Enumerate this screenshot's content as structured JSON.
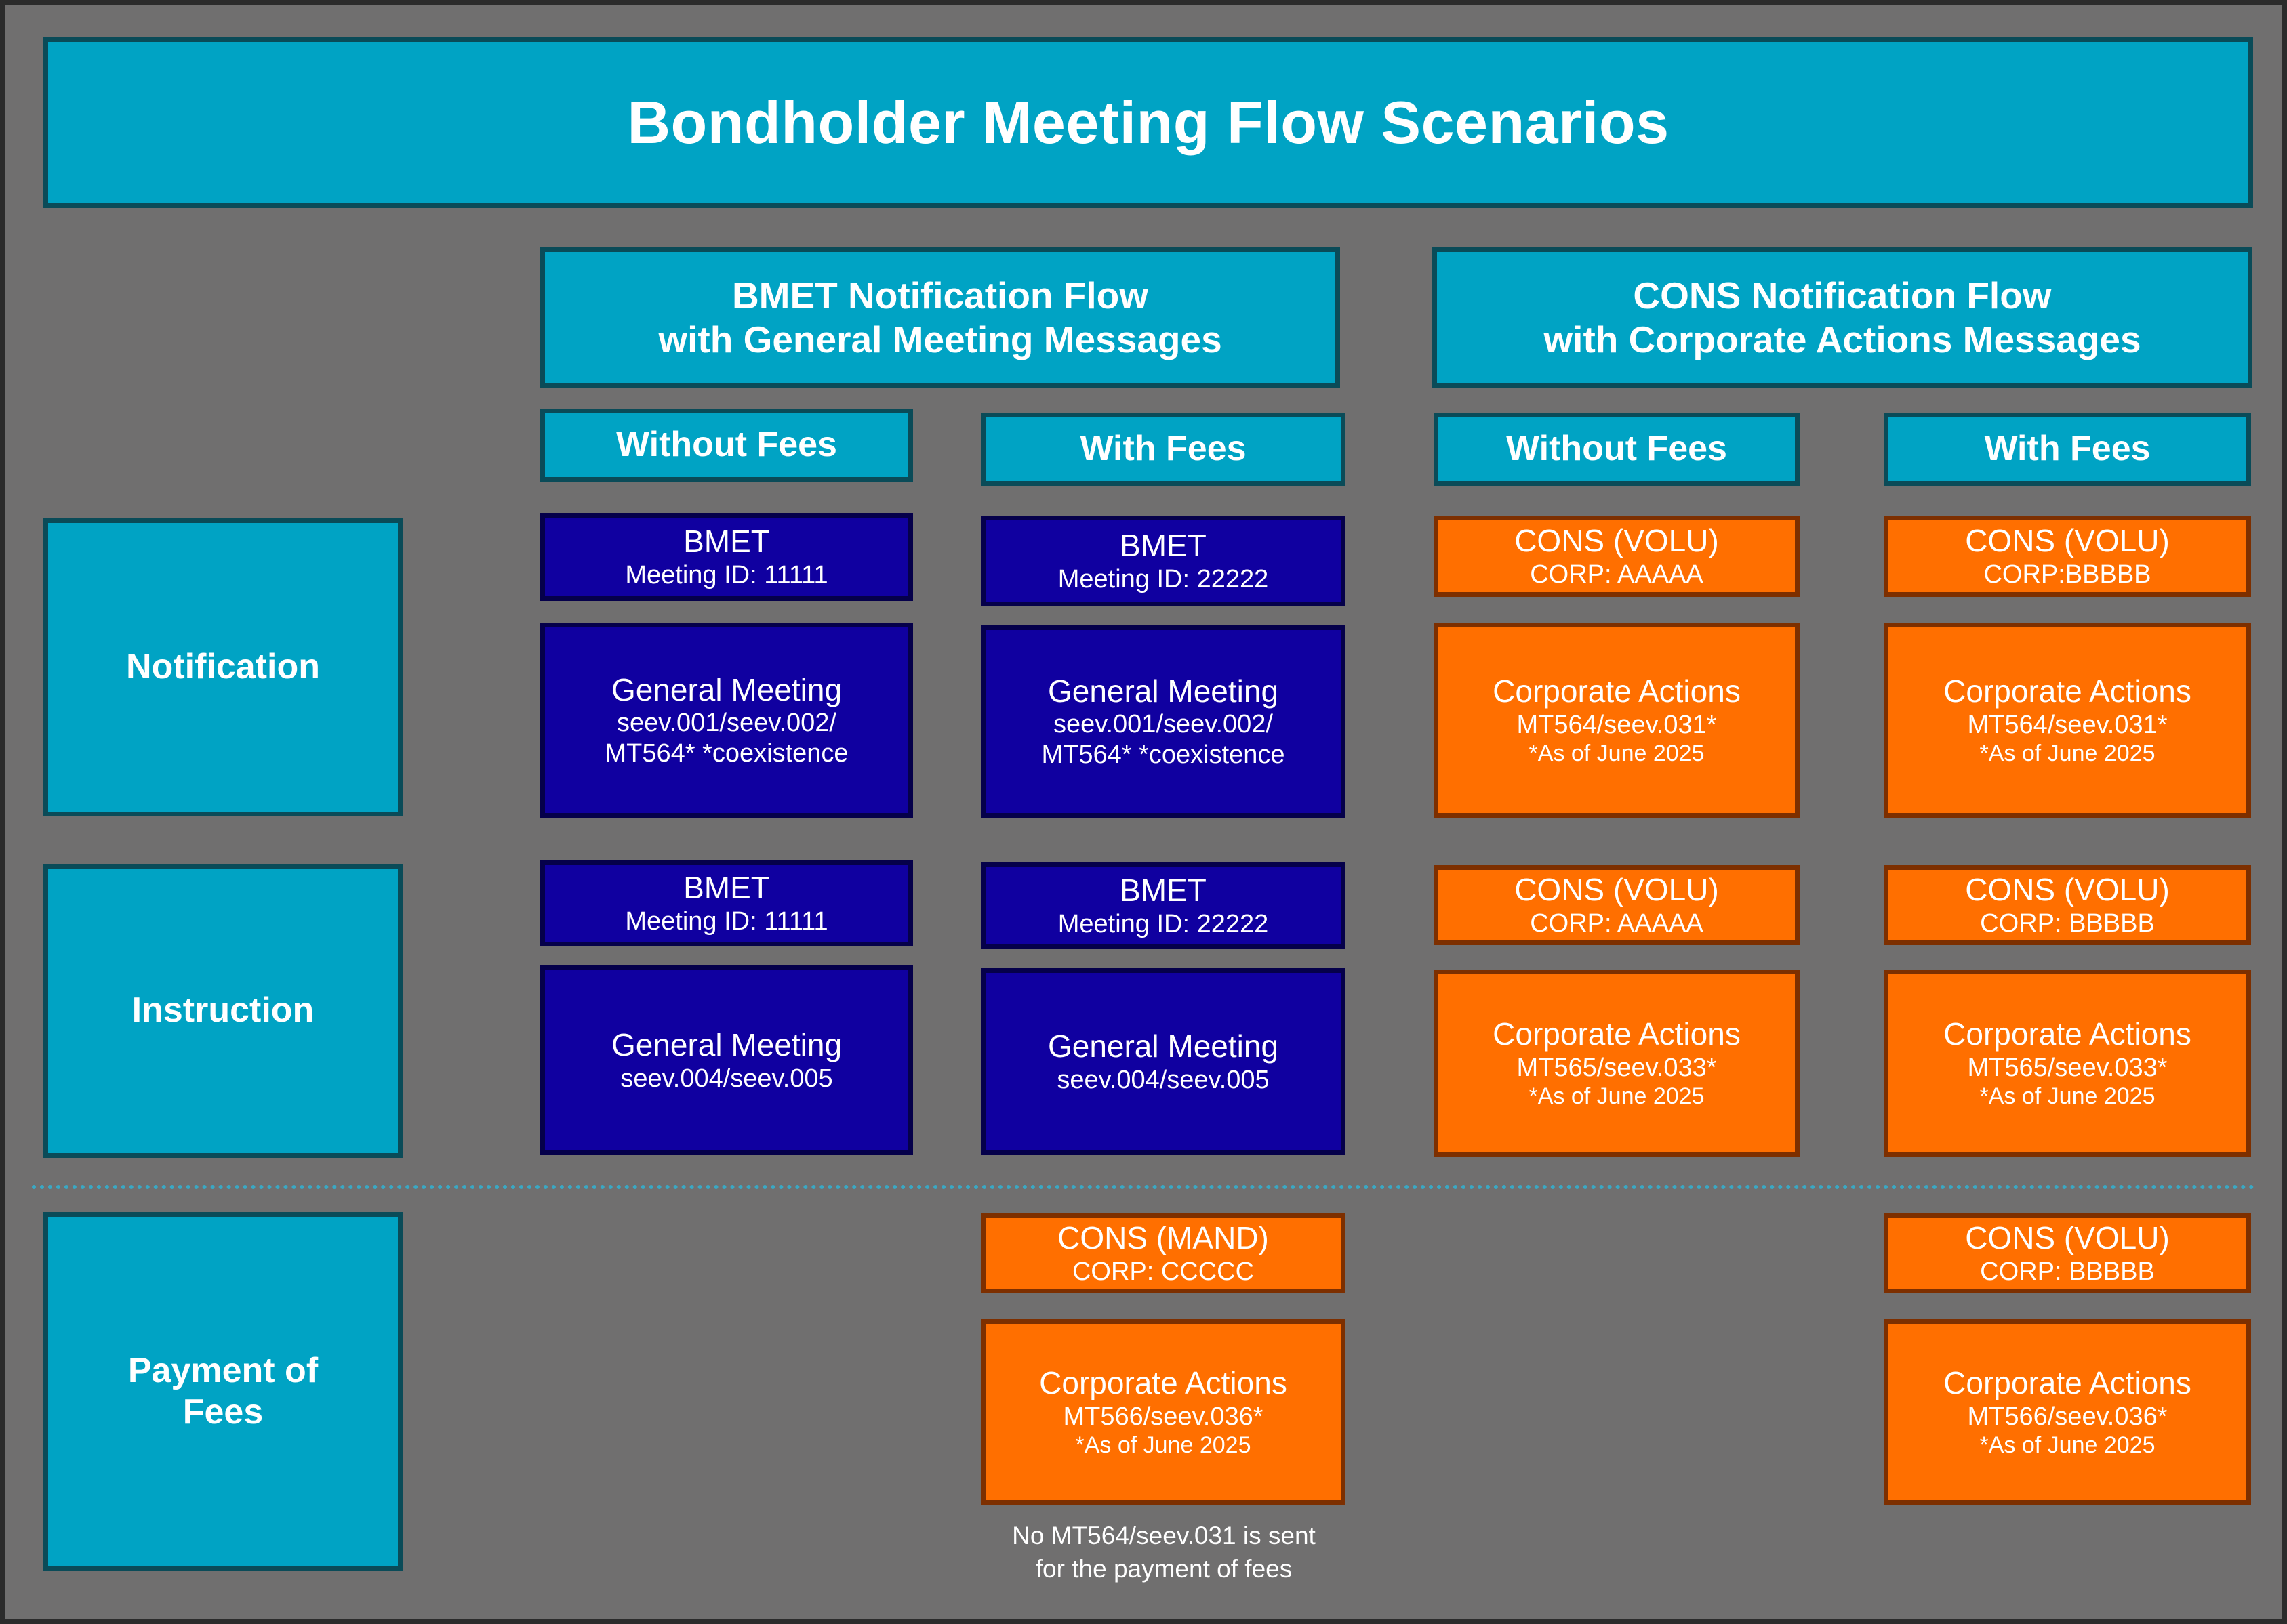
{
  "title": "Bondholder Meeting Flow Scenarios",
  "colors": {
    "background": "#706f6f",
    "teal": "#00a3c4",
    "teal_border": "#0a4b58",
    "navy": "#1000a0",
    "navy_border": "#05004a",
    "orange": "#ff6f00",
    "orange_border": "#7d2f00",
    "text": "#ffffff",
    "divider": "#3aa8c4"
  },
  "flow_headers": [
    {
      "line1": "BMET Notification Flow",
      "line2": "with General Meeting Messages"
    },
    {
      "line1": "CONS Notification Flow",
      "line2": "with Corporate Actions Messages"
    }
  ],
  "fee_headers": [
    {
      "label": "Without Fees"
    },
    {
      "label": "With Fees"
    },
    {
      "label": "Without Fees"
    },
    {
      "label": "With Fees"
    }
  ],
  "row_labels": [
    {
      "line1": "Notification",
      "line2": ""
    },
    {
      "line1": "Instruction",
      "line2": ""
    },
    {
      "line1": "Payment of",
      "line2": "Fees"
    }
  ],
  "cells": {
    "notification": {
      "bmet_without_fees": {
        "top": {
          "l1": "BMET",
          "l2": "Meeting ID: 11111"
        },
        "bottom": {
          "l1": "General Meeting",
          "l2": "seev.001/seev.002/",
          "l3": "MT564* *coexistence"
        }
      },
      "bmet_with_fees": {
        "top": {
          "l1": "BMET",
          "l2": "Meeting ID: 22222"
        },
        "bottom": {
          "l1": "General Meeting",
          "l2": "seev.001/seev.002/",
          "l3": "MT564* *coexistence"
        }
      },
      "cons_without_fees": {
        "top": {
          "l1": "CONS (VOLU)",
          "l2": "CORP: AAAAA"
        },
        "bottom": {
          "l1": "Corporate Actions",
          "l2": "MT564/seev.031*",
          "l3": "*As of June 2025"
        }
      },
      "cons_with_fees": {
        "top": {
          "l1": "CONS (VOLU)",
          "l2": "CORP:BBBBB"
        },
        "bottom": {
          "l1": "Corporate Actions",
          "l2": "MT564/seev.031*",
          "l3": "*As of June 2025"
        }
      }
    },
    "instruction": {
      "bmet_without_fees": {
        "top": {
          "l1": "BMET",
          "l2": "Meeting ID: 11111"
        },
        "bottom": {
          "l1": "General Meeting",
          "l2": "seev.004/seev.005",
          "l3": ""
        }
      },
      "bmet_with_fees": {
        "top": {
          "l1": "BMET",
          "l2": "Meeting ID: 22222"
        },
        "bottom": {
          "l1": "General Meeting",
          "l2": "seev.004/seev.005",
          "l3": ""
        }
      },
      "cons_without_fees": {
        "top": {
          "l1": "CONS (VOLU)",
          "l2": "CORP: AAAAA"
        },
        "bottom": {
          "l1": "Corporate Actions",
          "l2": "MT565/seev.033*",
          "l3": "*As of June 2025"
        }
      },
      "cons_with_fees": {
        "top": {
          "l1": "CONS (VOLU)",
          "l2": "CORP: BBBBB"
        },
        "bottom": {
          "l1": "Corporate Actions",
          "l2": "MT565/seev.033*",
          "l3": "*As of June 2025"
        }
      }
    },
    "payment_of_fees": {
      "bmet_with_fees": {
        "top": {
          "l1": "CONS (MAND)",
          "l2": "CORP: CCCCC"
        },
        "bottom": {
          "l1": "Corporate Actions",
          "l2": "MT566/seev.036*",
          "l3": "*As of June 2025"
        },
        "note_line1": "No MT564/seev.031 is sent",
        "note_line2": "for the payment of fees"
      },
      "cons_with_fees": {
        "top": {
          "l1": "CONS (VOLU)",
          "l2": "CORP: BBBBB"
        },
        "bottom": {
          "l1": "Corporate Actions",
          "l2": "MT566/seev.036*",
          "l3": "*As of June 2025"
        }
      }
    }
  }
}
